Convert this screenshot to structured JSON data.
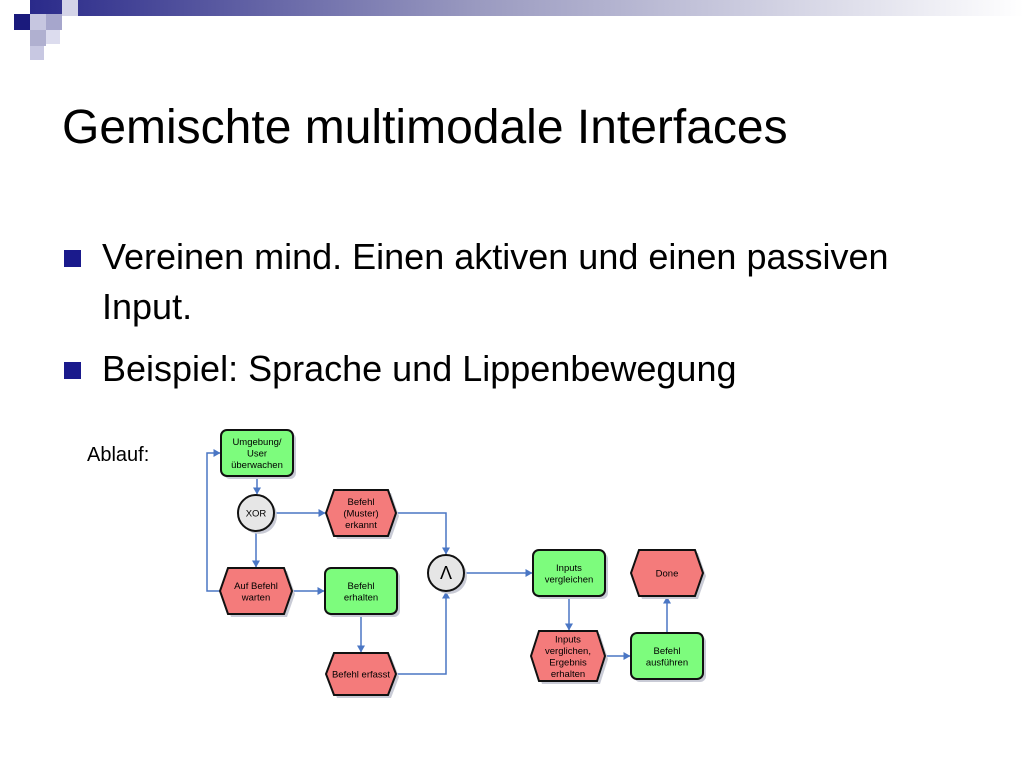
{
  "slide": {
    "title": "Gemischte multimodale Interfaces",
    "bullets": [
      {
        "text": "Vereinen mind. Einen aktiven und einen passiven Input."
      },
      {
        "text": "Beispiel: Sprache und Lippenbewegung"
      }
    ]
  },
  "diagram": {
    "caption": "Ablauf:",
    "colors": {
      "function": "#7dfc7d",
      "event": "#f47b7b",
      "connector": "#e6e6e6",
      "arrow": "#4a76c4"
    },
    "nodes": [
      {
        "id": "monitor",
        "kind": "function",
        "lines": [
          "Umgebung/",
          "User",
          "überwachen"
        ]
      },
      {
        "id": "xor",
        "kind": "connector",
        "lines": [
          "XOR"
        ]
      },
      {
        "id": "pattern",
        "kind": "event",
        "lines": [
          "Befehl",
          "(Muster)",
          "erkannt"
        ]
      },
      {
        "id": "wait",
        "kind": "event",
        "lines": [
          "Auf Befehl",
          "warten"
        ]
      },
      {
        "id": "received",
        "kind": "function",
        "lines": [
          "Befehl",
          "erhalten"
        ]
      },
      {
        "id": "captured",
        "kind": "event",
        "lines": [
          "Befehl erfasst"
        ]
      },
      {
        "id": "and",
        "kind": "connector",
        "lines": [
          "Λ"
        ]
      },
      {
        "id": "compare",
        "kind": "function",
        "lines": [
          "Inputs",
          "vergleichen"
        ]
      },
      {
        "id": "done",
        "kind": "event",
        "lines": [
          "Done"
        ]
      },
      {
        "id": "compared",
        "kind": "event",
        "lines": [
          "Inputs",
          "verglichen,",
          "Ergebnis",
          "erhalten"
        ]
      },
      {
        "id": "execute",
        "kind": "function",
        "lines": [
          "Befehl",
          "ausführen"
        ]
      }
    ]
  }
}
